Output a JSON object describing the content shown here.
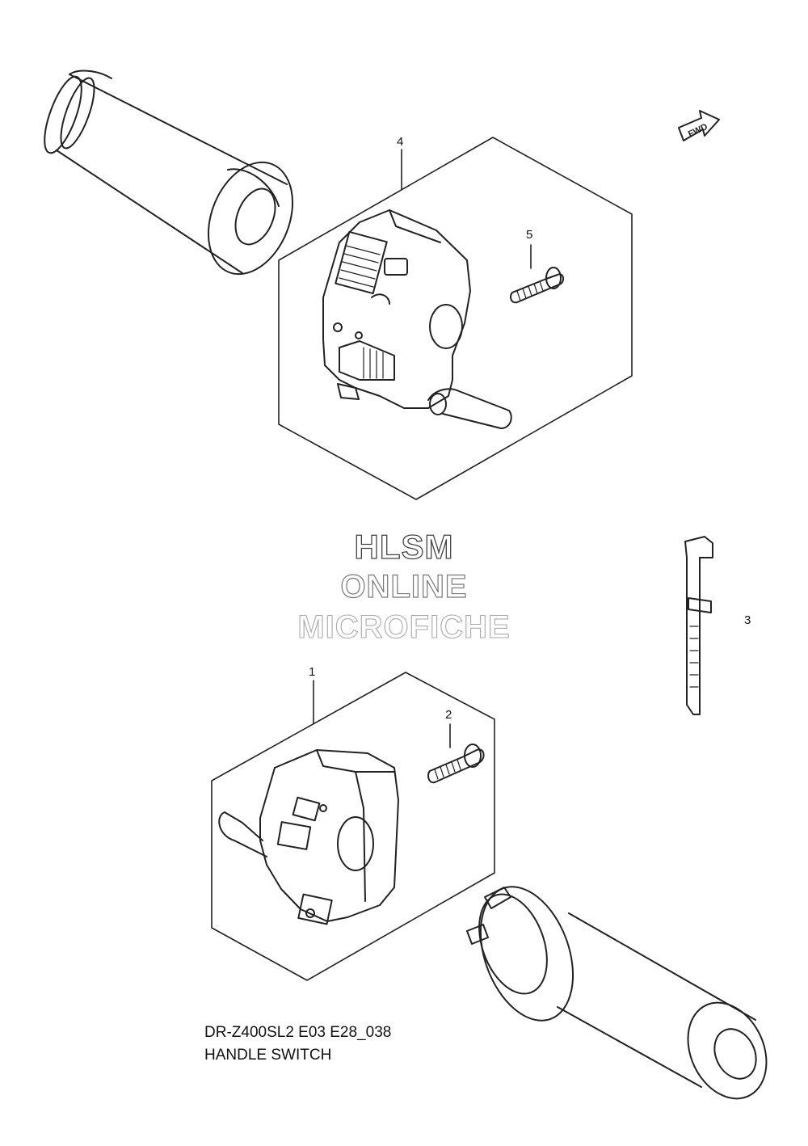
{
  "diagram": {
    "fwd_badge": "FWD",
    "callouts": {
      "part_1": "1",
      "part_2": "2",
      "part_3": "3",
      "part_4": "4",
      "part_5": "5"
    },
    "watermark": {
      "line1": "HLSM",
      "line2": "ONLINE",
      "line3": "MICROFICHE"
    },
    "caption": {
      "model_code": "DR-Z400SL2 E03 E28_038",
      "section_title": "HANDLE SWITCH"
    }
  }
}
